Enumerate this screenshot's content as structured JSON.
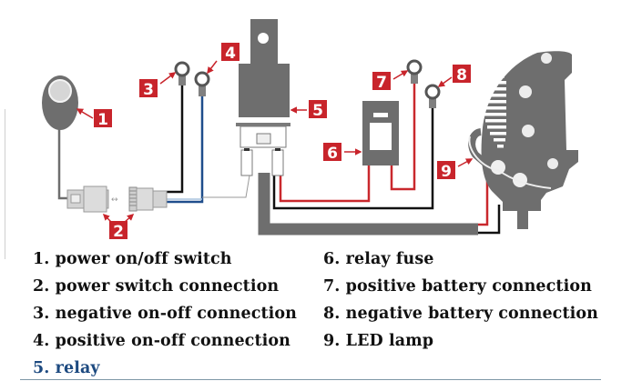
{
  "title": "LED lamp relay wiring harness diagram",
  "colors": {
    "badge": "#c8242b",
    "component_gray": "#6e6e6e",
    "wire_red": "#c9282d",
    "wire_black": "#111111",
    "wire_blue": "#1f4e8c",
    "highlight_text": "#1d4a80"
  },
  "callouts": [
    {
      "number": "1",
      "target": "power-switch"
    },
    {
      "number": "2",
      "target": "switch-connector"
    },
    {
      "number": "3",
      "target": "negative-switch-terminal"
    },
    {
      "number": "4",
      "target": "positive-switch-terminal"
    },
    {
      "number": "5",
      "target": "relay"
    },
    {
      "number": "6",
      "target": "relay-fuse"
    },
    {
      "number": "7",
      "target": "positive-battery-terminal"
    },
    {
      "number": "8",
      "target": "negative-battery-terminal"
    },
    {
      "number": "9",
      "target": "led-lamp"
    }
  ],
  "legend": {
    "items": [
      {
        "text": "1. power on/off switch"
      },
      {
        "text": "2. power switch connection"
      },
      {
        "text": "3. negative on-off connection"
      },
      {
        "text": "4. positive on-off connection"
      },
      {
        "text": "5. relay",
        "highlighted": true
      },
      {
        "text": "6. relay fuse"
      },
      {
        "text": "7. positive battery connection"
      },
      {
        "text": "8. negative battery connection"
      },
      {
        "text": "9. LED lamp"
      }
    ]
  }
}
